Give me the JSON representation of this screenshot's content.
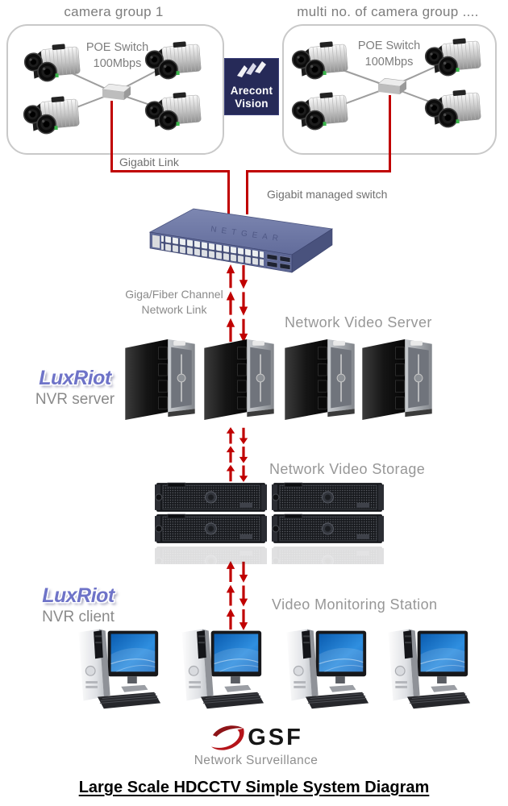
{
  "page_title": "Large Scale HDCCTV Simple System Diagram",
  "camera_group_left": {
    "title": "camera group 1",
    "poe_line1": "POE Switch",
    "poe_line2": "100Mbps"
  },
  "camera_group_right": {
    "title": "multi no. of camera group ....",
    "poe_line1": "POE Switch",
    "poe_line2": "100Mbps"
  },
  "arecont_logo": {
    "line1": "Arecont",
    "line2": "Vision"
  },
  "netgear": {
    "brand": "NETGEAR",
    "caption": "Gigabit managed switch"
  },
  "links": {
    "gigabit_link": "Gigabit Link",
    "fiber_line1": "Giga/Fiber Channel",
    "fiber_line2": "Network Link"
  },
  "sections": {
    "video_server": "Network Video Server",
    "video_storage": "Network Video Storage",
    "monitoring": "Video Monitoring Station"
  },
  "luxriot_server": {
    "brand": "LuxRiot",
    "caption": "NVR server"
  },
  "luxriot_client": {
    "brand": "LuxRiot",
    "caption": "NVR client"
  },
  "gsf": {
    "brand": "GSF",
    "caption": "Network Surveillance"
  },
  "counts": {
    "cameras_per_group": 4,
    "nvr_servers": 4,
    "storage_units": 4,
    "monitoring_stations": 4
  },
  "colors": {
    "line_red": "#c00000",
    "label_gray": "#8a8a8a",
    "arecont_navy": "#262a58",
    "netgear_blue": "#66719f",
    "luxriot_blue": "#6e73c8",
    "gsf_red": "#a6131a"
  }
}
